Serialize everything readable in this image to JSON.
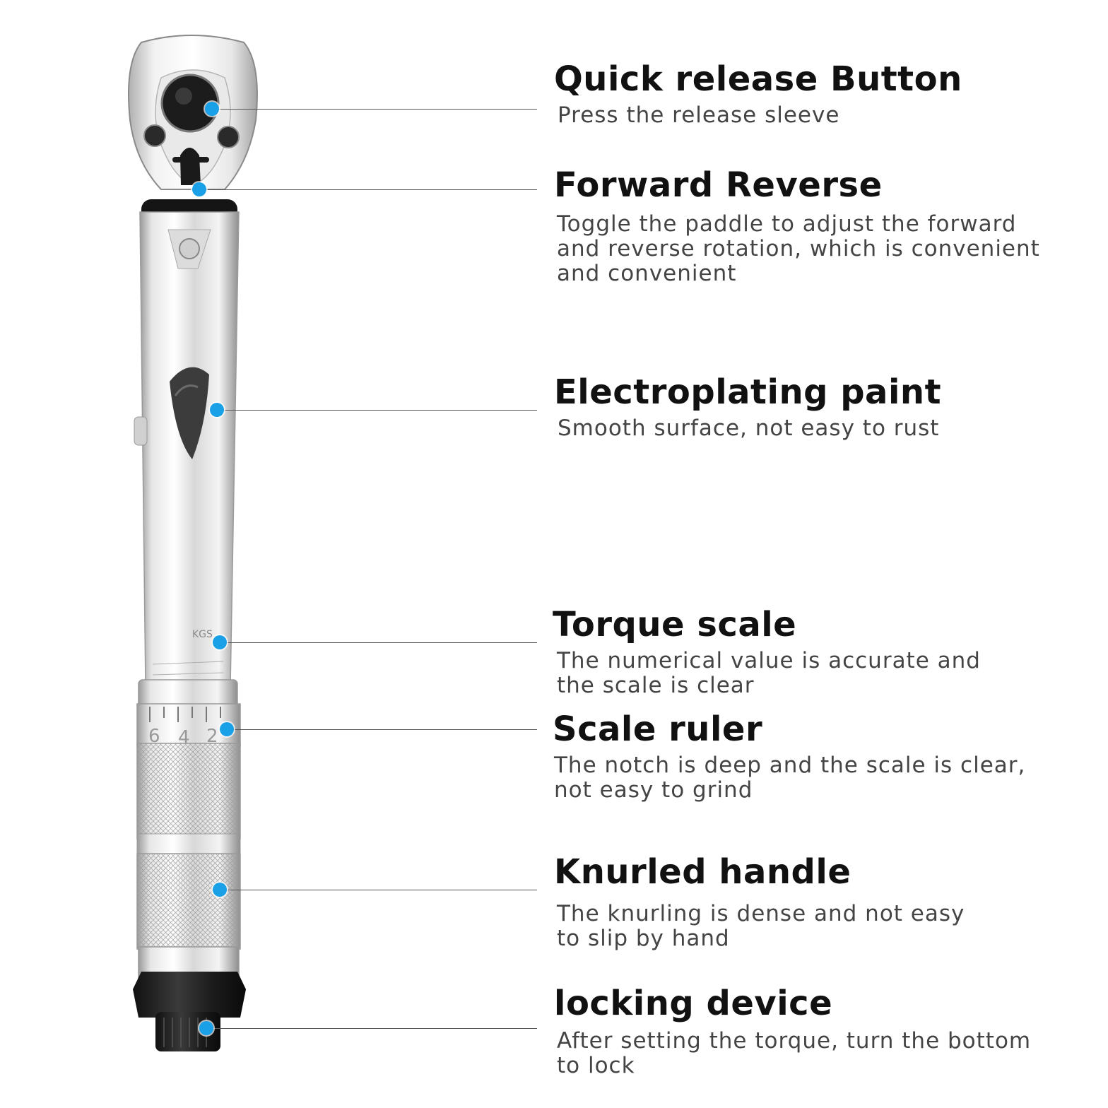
{
  "accent_color": "#1aa0e6",
  "features": [
    {
      "title": "Quick release Button",
      "description": [
        "Press the release sleeve"
      ]
    },
    {
      "title": "Forward Reverse",
      "description": [
        "Toggle the paddle to adjust the forward",
        "and reverse rotation, which is convenient",
        "and convenient"
      ]
    },
    {
      "title": "Electroplating paint",
      "description": [
        "Smooth surface, not easy to rust"
      ]
    },
    {
      "title": "Torque scale",
      "description": [
        "The numerical value is accurate and",
        "the scale is clear"
      ]
    },
    {
      "title": "Scale ruler",
      "description": [
        "The notch is deep and the scale is clear,",
        "not easy to grind"
      ]
    },
    {
      "title": "Knurled handle",
      "description": [
        "The knurling is dense and not easy",
        "to slip by hand"
      ]
    },
    {
      "title": "locking device",
      "description": [
        "After setting the torque, turn the bottom",
        "to lock"
      ]
    }
  ],
  "scale_marks": {
    "unit": "KGS",
    "sleeve_numbers": [
      "6",
      "4",
      "2"
    ]
  }
}
